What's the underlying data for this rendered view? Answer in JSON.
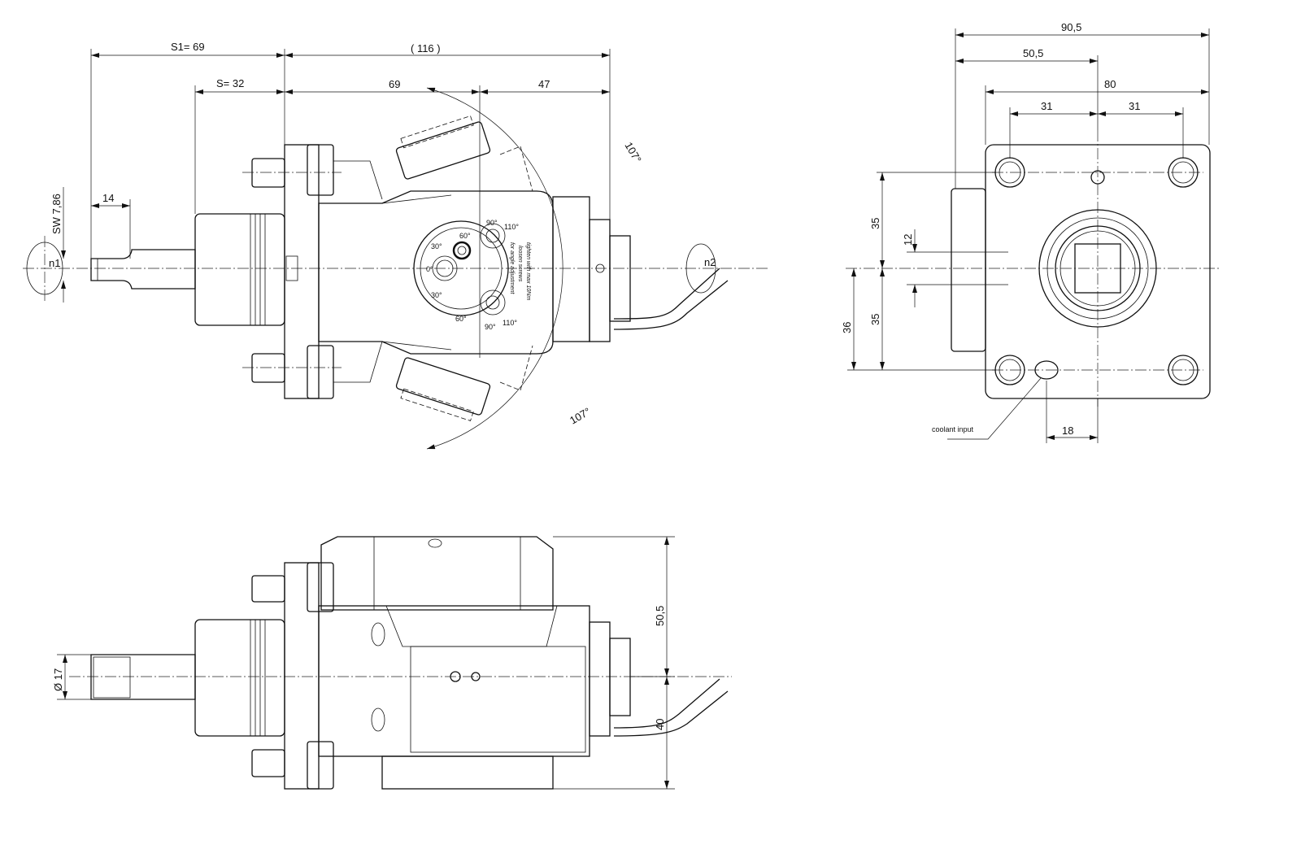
{
  "top_view": {
    "dimensions": {
      "s1": "S1=  69",
      "total": "( 116 )",
      "s": "S=  32",
      "d69": "69",
      "d47": "47",
      "d14": "14",
      "sw": "SW 7,86",
      "angle_top": "107°",
      "angle_bottom": "107°"
    },
    "rotation_labels": {
      "n1": "n1",
      "n2": "n2"
    },
    "dial": {
      "scale_labels": [
        "90°",
        "110°",
        "60°",
        "30°",
        "0°",
        "30°",
        "60°",
        "90°",
        "110°"
      ],
      "notes": [
        "for angle adjustment",
        "loosen screws",
        "tighten with max 10Nm"
      ]
    }
  },
  "front_view": {
    "dimensions": {
      "w905": "90,5",
      "w505": "50,5",
      "w80": "80",
      "w31a": "31",
      "w31b": "31",
      "h35a": "35",
      "h35b": "35",
      "h36": "36",
      "h12": "12",
      "w18": "18"
    },
    "callout": "coolant input"
  },
  "side_view": {
    "dimensions": {
      "dia17": "Ø 17",
      "h505": "50,5",
      "h40": "40"
    }
  }
}
